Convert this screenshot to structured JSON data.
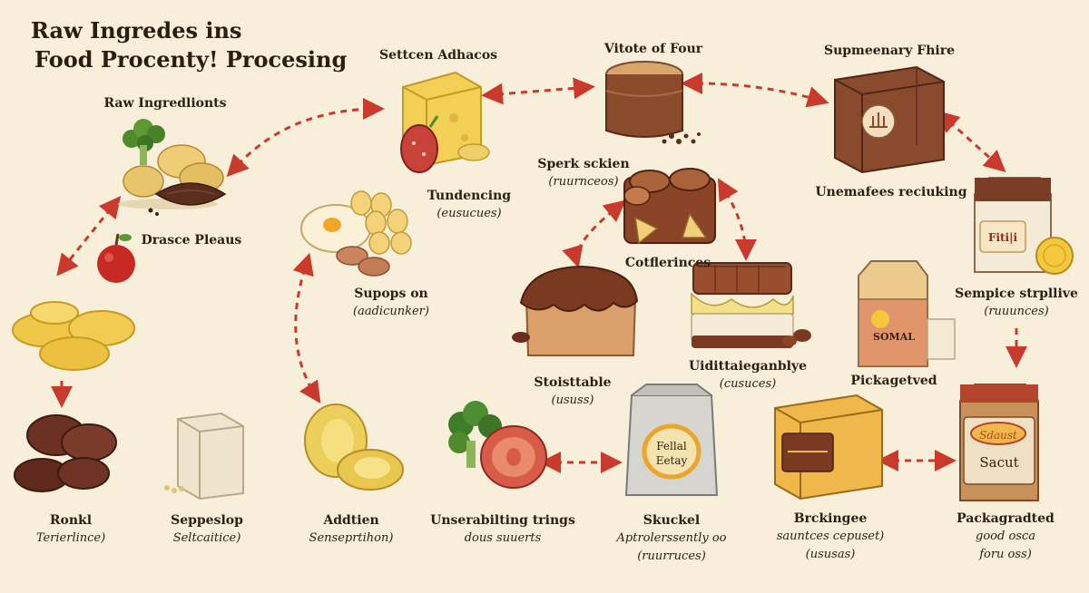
{
  "title": {
    "line1": "Raw Ingredes ins",
    "line2": "Food Procenty! Procesing"
  },
  "nodes": {
    "raw_ingredients": {
      "line1": "Raw Ingredlionts"
    },
    "drasce_pleaus": {
      "line1": "Drasce Pleaus"
    },
    "setten_adhacos": {
      "line1": "Settcen Adhacos"
    },
    "tundencing": {
      "line1": "Tundencing",
      "line2": "(eusucues)"
    },
    "vitote_of_four": {
      "line1": "Vitote of Four"
    },
    "supmeenary_fhire": {
      "line1": "Supmeenary Fhire"
    },
    "unemafees_reciuking": {
      "line1": "Unemafees reciuking"
    },
    "sperk_sckien": {
      "line1": "Sperk sckien",
      "line2": "(ruurnceos)"
    },
    "supops_on": {
      "line1": "Supops on",
      "line2": "(aadicunker)"
    },
    "cotflerinces": {
      "line1": "Cotflerinces"
    },
    "sempice_strpllive": {
      "line1": "Sempice strpllive",
      "line2": "(ruuunces)"
    },
    "stoisttable": {
      "line1": "Stoisttable",
      "line2": "(ususs)"
    },
    "uidittaieganblye": {
      "line1": "Uidittaieganblye",
      "line2": "(cusuces)"
    },
    "pickagetved": {
      "line1": "Pickagetved"
    },
    "ronkl": {
      "line1": "Ronkl",
      "line2": "Terierlince)"
    },
    "seppeslop": {
      "line1": "Seppeslop",
      "line2": "Seltcaitice)"
    },
    "addtien": {
      "line1": "Addtien",
      "line2": "Senseprtihon)"
    },
    "unserabilting": {
      "line1": "Unserabilting trings",
      "line2": "dous suuerts"
    },
    "skuckel": {
      "line1": "Skuckel",
      "line2": "Aptrolerssently oo",
      "line3": "(ruurruces)"
    },
    "brckingee": {
      "line1": "Brckingee",
      "line2": "sauntces cepuset)",
      "line3": "(ususas)"
    },
    "packagradted": {
      "line1": "Packagradted",
      "line2": "good osca",
      "line3": "foru oss)"
    }
  },
  "package_texts": {
    "cube_label": "Fiti|i",
    "carton_label": "SOMAL",
    "bag_label_1": "Fellal",
    "bag_label_2": "Eetay",
    "kraft_label": "Sacut",
    "kraft_brand": "Sdaust"
  },
  "colors": {
    "background": "#f7efd9",
    "arrow": "#c93a2c",
    "text": "#2b2016",
    "accent_label": "#e9a52c"
  }
}
